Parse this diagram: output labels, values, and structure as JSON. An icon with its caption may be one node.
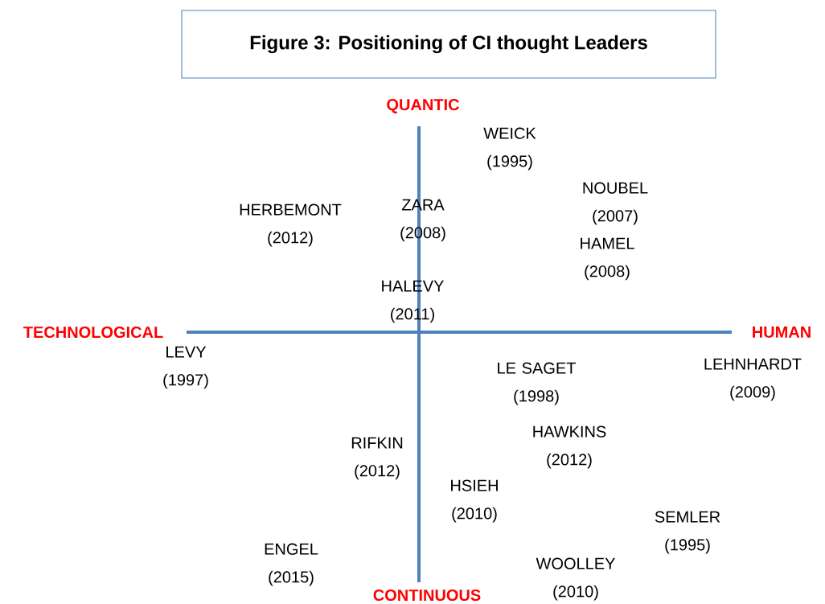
{
  "diagram": {
    "title": "Figure 3: Positioning of CI thought Leaders",
    "labels": [
      "QUANTIC",
      "WEICK (1995)",
      "NOUBEL (2007)",
      "HERBEMONT (2012)",
      "ZARA (2008)",
      "HAMEL (2008)",
      "HALEVY (2011)",
      "TECHNOLOGICAL",
      "HUMAN",
      "LEVY (1997)",
      "LEHNHARDT (2009)",
      "LE SAGET (1998)",
      "HAWKINS (2012)",
      "RIFKIN (2012)",
      "HSIEH (2010)",
      "SEMLER (1995)",
      "ENGEL (2015)",
      "WOOLLEY (2010)",
      "CONTINUOUS"
    ]
  }
}
